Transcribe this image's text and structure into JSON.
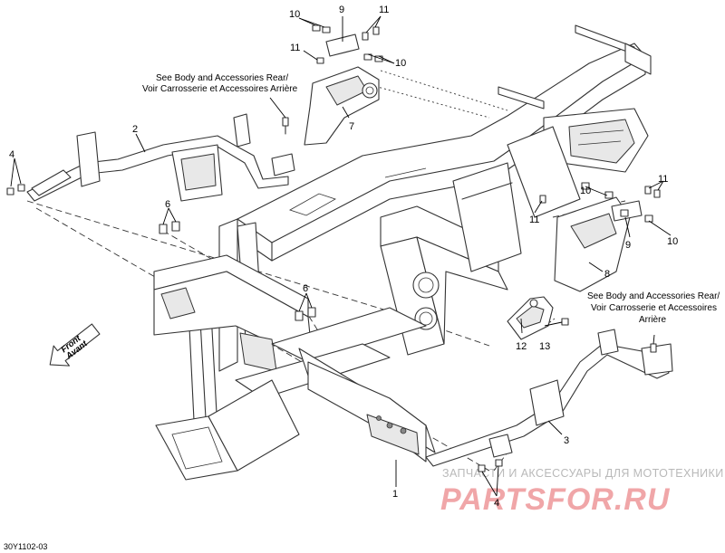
{
  "callouts": {
    "c1": "1",
    "c2": "2",
    "c3": "3",
    "c4a": "4",
    "c4b": "4",
    "c6a": "6",
    "c6b": "6",
    "c7": "7",
    "c8": "8",
    "c9a": "9",
    "c9b": "9",
    "c10a": "10",
    "c10b": "10",
    "c10c": "10",
    "c10d": "10",
    "c11a": "11",
    "c11b": "11",
    "c11c": "11",
    "c11d": "11",
    "c12": "12",
    "c13": "13"
  },
  "notes": {
    "top_line1": "See Body and Accessories Rear/",
    "top_line2": "Voir Carrosserie et Accessoires Arrière",
    "right_line1": "See Body and Accessories Rear/",
    "right_line2": "Voir Carrosserie et Accessoires",
    "right_line3": "Arrière"
  },
  "front_arrow": {
    "line1": "Front",
    "line2": "Avant"
  },
  "watermark": {
    "tagline": "ЗАПЧАСТИ И АКСЕССУАРЫ ДЛЯ МОТОТЕХНИКИ",
    "logo": "PARTSFOR.RU"
  },
  "diagram_code": "30Y1102-03"
}
